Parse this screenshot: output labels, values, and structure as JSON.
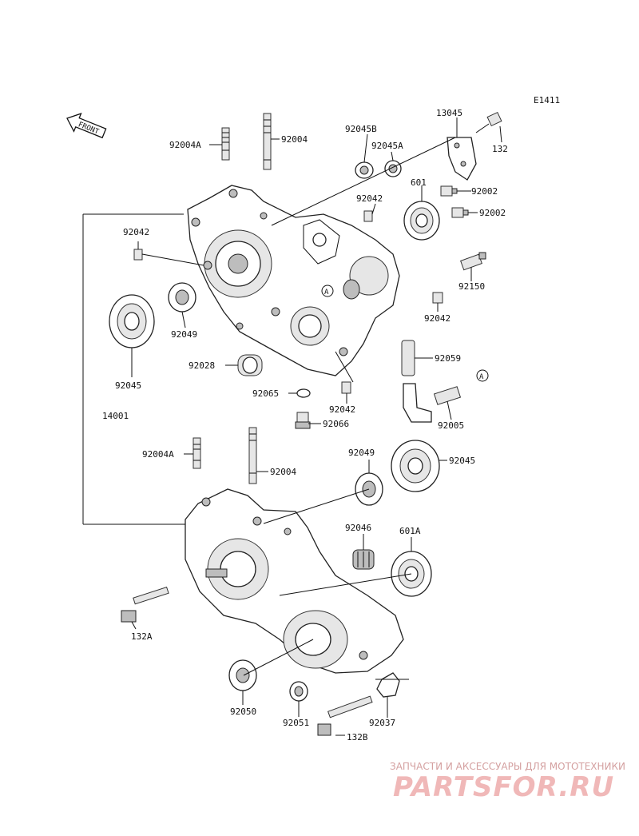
{
  "diagram_code": "E1411",
  "front_label": "FRONT",
  "circle_marker": "A",
  "labels": {
    "p92004A_top": "92004A",
    "p92004_top": "92004",
    "p92045B": "92045B",
    "p92045A": "92045A",
    "p13045": "13045",
    "p132": "132",
    "p92042_a": "92042",
    "p601": "601",
    "p92002_a": "92002",
    "p92002_b": "92002",
    "p92042_left": "92042",
    "p92150": "92150",
    "p92042_b": "92042",
    "p92049_top": "92049",
    "p92045_left": "92045",
    "p92028": "92028",
    "p92059": "92059",
    "p92065": "92065",
    "p92042_c": "92042",
    "p92005": "92005",
    "p92066": "92066",
    "p14001": "14001",
    "p92004A_bot": "92004A",
    "p92004_bot": "92004",
    "p92049_bot": "92049",
    "p92045_bot": "92045",
    "p92046": "92046",
    "p601A": "601A",
    "p132A": "132A",
    "p92050": "92050",
    "p92051": "92051",
    "p92037": "92037",
    "p132B": "132B"
  },
  "watermark": {
    "tagline": "ЗАПЧАСТИ И АКСЕССУАРЫ ДЛЯ МОТОТЕХНИКИ",
    "logo": "PARTSFOR.RU"
  }
}
